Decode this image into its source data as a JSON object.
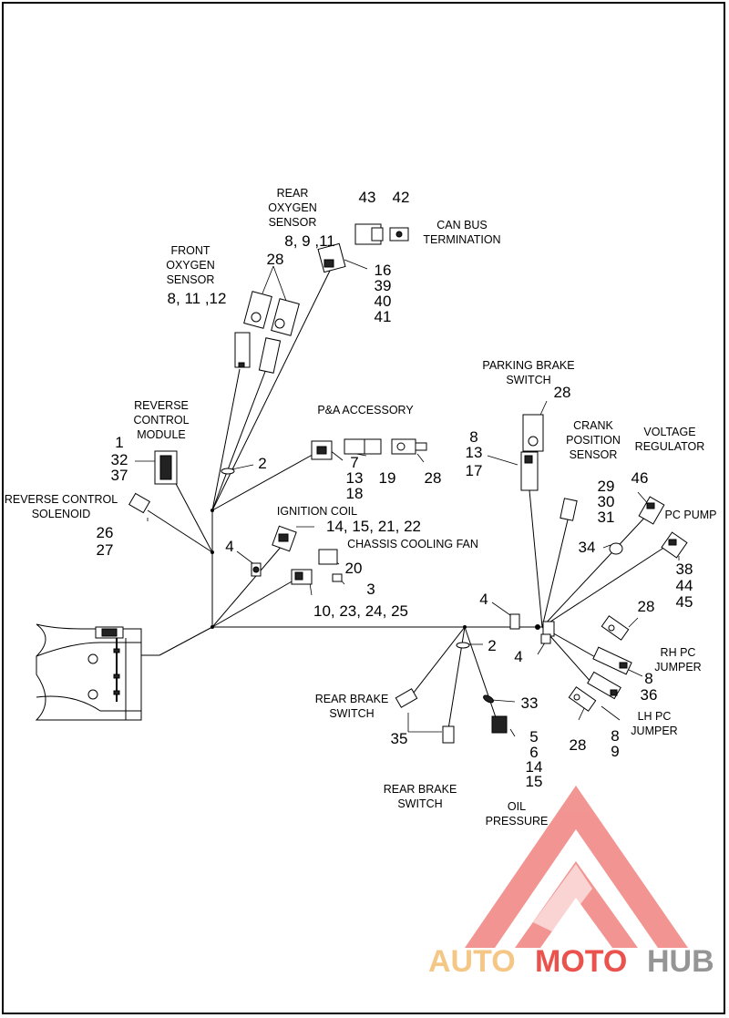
{
  "labels": {
    "rear_oxygen_sensor": [
      "REAR",
      "OXYGEN",
      "SENSOR"
    ],
    "front_oxygen_sensor": [
      "FRONT",
      "OXYGEN",
      "SENSOR"
    ],
    "can_bus_termination": [
      "CAN BUS",
      "TERMINATION"
    ],
    "parking_brake_switch": [
      "PARKING BRAKE",
      "SWITCH"
    ],
    "crank_position_sensor": [
      "CRANK",
      "POSITION",
      "SENSOR"
    ],
    "voltage_regulator": [
      "VOLTAGE",
      "REGULATOR"
    ],
    "reverse_control_module": [
      "REVERSE",
      "CONTROL",
      "MODULE"
    ],
    "pa_accessory": "P&A ACCESSORY",
    "reverse_control_solenoid": [
      "REVERSE CONTROL",
      "SOLENOID"
    ],
    "ignition_coil": "IGNITION COIL",
    "chassis_cooling_fan": "CHASSIS COOLING FAN",
    "pc_pump": "PC PUMP",
    "rh_pc_jumper": [
      "RH PC",
      "JUMPER"
    ],
    "lh_pc_jumper": [
      "LH PC",
      "JUMPER"
    ],
    "rear_brake_switch_1": [
      "REAR BRAKE",
      "SWITCH"
    ],
    "rear_brake_switch_2": [
      "REAR BRAKE",
      "SWITCH"
    ],
    "oil_pressure": [
      "OIL",
      "PRESSURE"
    ]
  },
  "callouts": {
    "n43": "43",
    "n42": "42",
    "rear_o2": "8, 9 ,11",
    "n16": "16",
    "n39": "39",
    "n40": "40",
    "n41": "41",
    "n28_front": "28",
    "front_o2": "8, 11 ,12",
    "n28_parking": "28",
    "crank_8": "8",
    "crank_13": "13",
    "crank_17": "17",
    "n1": "1",
    "n32": "32",
    "n37": "37",
    "n2_top": "2",
    "pa_7": "7",
    "pa_13": "13",
    "pa_18": "18",
    "pa_19": "19",
    "pa_28": "28",
    "n29": "29",
    "n30": "30",
    "n31": "31",
    "n46": "46",
    "n26": "26",
    "n27": "27",
    "ign": "14, 15, 21, 22",
    "n4_left": "4",
    "n34": "34",
    "n20": "20",
    "n3": "3",
    "n38": "38",
    "n44": "44",
    "n45": "45",
    "fan": "10, 23, 24, 25",
    "n4_mid": "4",
    "n28_rh": "28",
    "n2_mid": "2",
    "n4_low": "4",
    "rh_8": "8",
    "rh_36": "36",
    "n33": "33",
    "n35": "35",
    "oil_5": "5",
    "oil_6": "6",
    "oil_14": "14",
    "oil_15": "15",
    "n28_lh": "28",
    "lh_8": "8",
    "lh_9": "9"
  },
  "watermark": {
    "part1": "AUTO",
    "part2": "MOTO",
    "part3": "HUB",
    "color1": "#f5c27a",
    "color2": "#e8403a",
    "color3": "#8a8a8a"
  }
}
